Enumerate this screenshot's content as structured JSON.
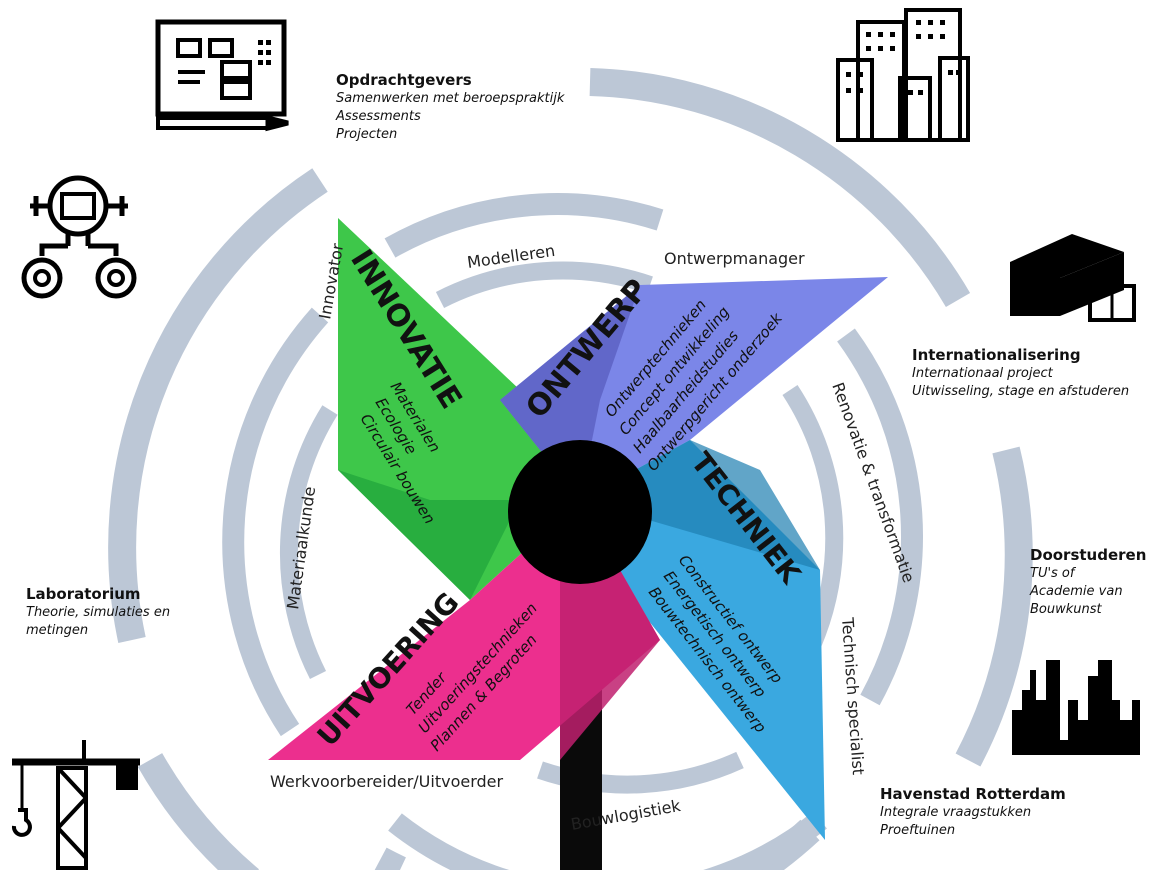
{
  "corners": {
    "opdrachtgevers": {
      "title": "Opdrachtgevers",
      "lines": [
        "Samenwerken met beroepspraktijk",
        "Assessments",
        "Projecten"
      ]
    },
    "internationalisering": {
      "title": "Internationalisering",
      "lines": [
        "Internationaal project",
        "Uitwisseling, stage en afstuderen"
      ]
    },
    "doorstuderen": {
      "title": "Doorstuderen",
      "lines": [
        "TU's of",
        "Academie van",
        "Bouwkunst"
      ]
    },
    "laboratorium": {
      "title": "Laboratorium",
      "lines": [
        "Theorie, simulaties en",
        "metingen"
      ]
    },
    "havenstad": {
      "title": "Havenstad Rotterdam",
      "lines": [
        "Integrale vraagstukken",
        "Proeftuinen"
      ]
    }
  },
  "arc_labels": {
    "modelleren": "Modelleren",
    "ontwerpmanager": "Ontwerpmanager",
    "innovator": "Innovator",
    "materiaalkunde": "Materiaalkunde",
    "renovatie": "Renovatie & transformatie",
    "technisch_specialist": "Technisch specialist",
    "werkvoorbereider": "Werkvoorbereider/Uitvoerder",
    "bouwlogistiek": "Bouwlogistiek"
  },
  "sails": {
    "innovatie": {
      "title": "INNOVATIE",
      "items": [
        "Materialen",
        "Ecologie",
        "Circulair bouwen"
      ],
      "color": "#3ec74a"
    },
    "ontwerp": {
      "title": "ONTWERP",
      "items": [
        "Ontwerptechnieken",
        "Concept ontwikkeling",
        "Haalbaarheidstudies",
        "Ontwerpgericht onderzoek"
      ],
      "color": "#7b86e8"
    },
    "techniek": {
      "title": "TECHNIEK",
      "items": [
        "Constructief ontwerp",
        "Energetisch ontwerp",
        "Bouwtechnisch ontwerp"
      ],
      "color": "#3aa8e0"
    },
    "uitvoering": {
      "title": "UITVOERING",
      "items": [
        "Tender",
        "Uitvoeringstechnieken",
        "Plannen & Begroten"
      ],
      "color": "#ec2f8e"
    }
  }
}
